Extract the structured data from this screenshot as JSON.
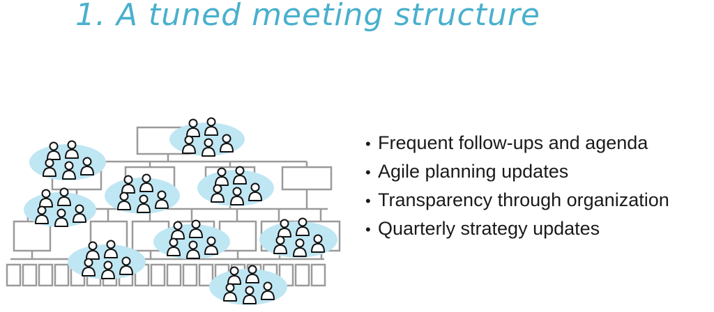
{
  "title": "1. A tuned meeting structure",
  "colors": {
    "title": "#49b0cd",
    "team_bubble": "#bfe6f3",
    "org_box": "#9a9a9a",
    "person_stroke": "#111111"
  },
  "diagram": {
    "org_chart_icon": "org-chart-boxes",
    "team_icon": "group-of-people",
    "team_count": 9
  },
  "bullets": [
    "Frequent follow-ups and agenda",
    "Agile planning updates",
    "Transparency through organization",
    "Quarterly strategy updates"
  ]
}
